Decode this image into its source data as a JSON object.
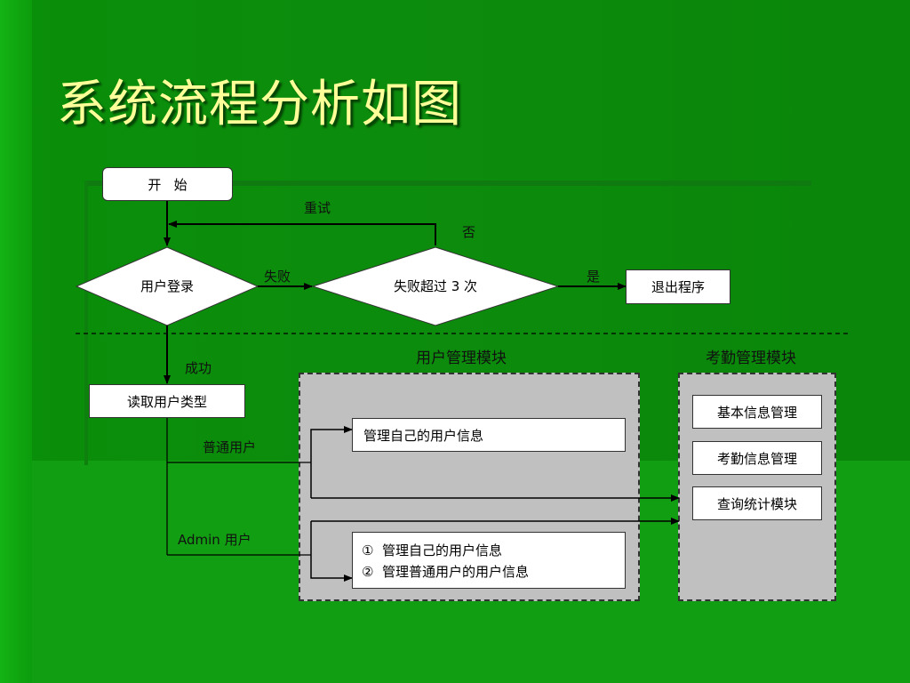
{
  "title": "系统流程分析如图",
  "nodes": {
    "start": "开   始",
    "login": "用户登录",
    "fail_check": "失败超过 3 次",
    "exit": "退出程序",
    "read_type": "读取用户类型",
    "manage_self": "管理自己的用户信息",
    "admin_item1": "①  管理自己的用户信息",
    "admin_item2": "②  管理普通用户的用户信息",
    "basic_info": "基本信息管理",
    "attendance_info": "考勤信息管理",
    "query_stats": "查询统计模块"
  },
  "edge_labels": {
    "retry": "重试",
    "no": "否",
    "fail": "失败",
    "yes": "是",
    "success": "成功",
    "normal_user": "普通用户",
    "admin_user": "Admin 用户"
  },
  "modules": {
    "user_mgmt": "用户管理模块",
    "attendance_mgmt": "考勤管理模块"
  },
  "colors": {
    "background": "#0a8f0a",
    "title": "#ffff99",
    "panel": "#c0c0c0"
  }
}
